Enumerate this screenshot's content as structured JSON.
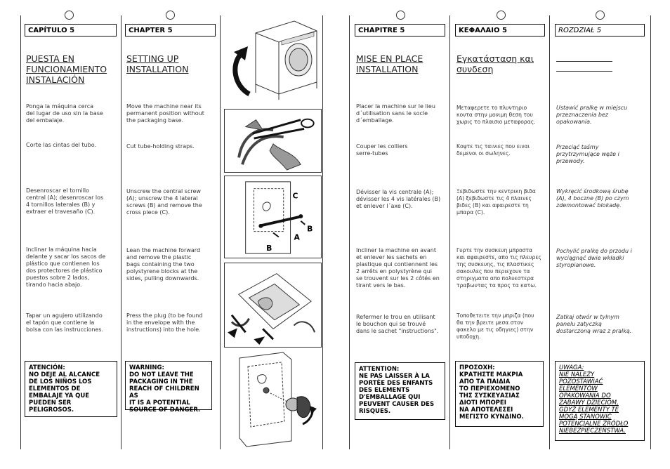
{
  "columns": [
    {
      "chapter": "CAPÍTULO 5",
      "title_lines": [
        "PUESTA EN",
        "FUNCIONAMIENTO",
        "INSTALACIÓN"
      ],
      "paragraphs": [
        [
          "Ponga la máquina cerca",
          "del lugar de uso sin la base",
          "del embalaje."
        ],
        [
          "Corte las cintas del tubo."
        ],
        [
          "Desenroscar el tornillo",
          "central (A); desenroscar los",
          "4 tornillos laterales (B) y",
          "extraer el travesaño (C)."
        ],
        [
          "Inclinar la máquina hacia",
          "delante y sacar los sacos de",
          "plástico que contienen los",
          "dos protectores de plástico",
          "puestos sobre 2 lados,",
          "tirando hacia abajo."
        ],
        [
          "Tapar un agujero utilizando",
          "el tapón que contiene la",
          "bolsa con las instrucciones."
        ]
      ],
      "warning": [
        "ATENCIÓN:",
        "NO DEJE AL ALCANCE",
        "DE LOS NIÑOS LOS",
        "ELEMENTOS DE",
        "EMBALAJE YA QUE",
        "PUEDEN SER",
        "PELIGROSOS."
      ]
    },
    {
      "chapter": "CHAPTER 5",
      "title_lines": [
        "SETTING UP",
        "INSTALLATION"
      ],
      "paragraphs": [
        [
          "Move the machine near its",
          "permanent position without",
          "the packaging base."
        ],
        [
          "Cut tube-holding straps."
        ],
        [
          "Unscrew the central screw",
          "(A); unscrew the 4 lateral",
          "screws (B) and remove the",
          "cross piece (C)."
        ],
        [
          "Lean the machine forward",
          "and remove the plastic",
          "bags containing the two",
          "polystyrene blocks at the",
          "sides, pulling downwards."
        ],
        [
          "Press the plug (to be found",
          "in the envelope with the",
          "instructions) into the hole."
        ]
      ],
      "warning": [
        "WARNING:",
        "DO NOT LEAVE THE",
        "PACKAGING IN THE",
        "REACH OF CHILDREN AS",
        "IT IS A POTENTIAL",
        "SOURCE OF DANGER."
      ]
    },
    {
      "chapter": "CHAPITRE 5",
      "title_lines": [
        "MISE EN PLACE",
        "INSTALLATION"
      ],
      "paragraphs": [
        [
          "Placer la machine sur le lieu",
          "d´utilisation sans le socle",
          "d´emballage."
        ],
        [
          "Couper les colliers",
          "serre-tubes"
        ],
        [
          "Dévisser la vis centrale (A);",
          "dévisser les 4 vis latérales (B)",
          "et enlever l´axe (C)."
        ],
        [
          "Incliner la machine en avant",
          "et enlever les sachets en",
          "plastique qui contiennent les",
          "2 arrêts en polystyrène qui",
          "se trouvent sur les 2 côtés en",
          "tirant vers le bas."
        ],
        [
          "Refermer le trou en utilisant",
          "le bouchon qui se trouvé",
          "dans le sachet \"instructions\"."
        ]
      ],
      "warning": [
        "ATTENTION:",
        "NE PAS LAISSER À LA",
        "PORTÉE DES ENFANTS",
        "DES ELEMENTS",
        "D'EMBALLAGE QUI",
        "PEUVENT CAUSER DES",
        "RISQUES."
      ]
    },
    {
      "chapter": "ΚΕΦΑΛΑΙΟ 5",
      "title_lines": [
        "Εγκατάσταση και",
        "συνδεση"
      ],
      "paragraphs": [
        [
          "Μεταφερετε το πλυντηριο",
          "κοντα στην μονιμη θεση του",
          "χωρις το πλαισιο μεταφορας."
        ],
        [
          "Κοψτε τις ταινιες που ειναι",
          "δεμενοι οι σωληνες."
        ],
        [
          "Ξεβιδωστε την κεντρικη βιδα",
          "(A) ξεβιδωστε τις 4 πλαινες",
          "βιδες (B) και αφαιρεστε τη",
          "μπαρα (C)."
        ],
        [
          "Γυρτε την συσκευη μπροστα",
          "και αφαιρεστε, απο τις πλευρες",
          "της συσκευης, τις πλαστικες",
          "σακουλες που περιεχουν τα",
          "στηριγματα απο πολυεστερα",
          "τραβωντας τα προς τα κατω."
        ],
        [
          "Τοποθετειτε την μπριζα (που",
          "θα την βρειτε μεσα στον",
          "φακελο με τις οδηγιες) στην",
          "υποδοχη."
        ]
      ],
      "warning": [
        "ΠΡΟΣΟΧΗ:",
        "ΚΡΑΤΗΣΤΕ ΜΑΚΡΙΑ",
        "ΑΠΟ ΤΑ ΠΑΙΔΙΑ",
        "ΤΟ ΠΕΡΙΕΧΟΜΕΝΟ",
        "ΤΗΣ ΣΥΣΚΕΥΑΣΙΑΣ",
        "ΔΙΟΤΙ ΜΠΟΡΕΙ",
        "ΝΑ ΑΠΟΤΕΛΕΣΕΙ",
        "ΜΕΓΙΣΤΟ ΚΥΝΔΙΝΟ."
      ]
    },
    {
      "chapter": "ROZDZIAŁ 5",
      "title_lines": [
        "",
        ""
      ],
      "paragraphs": [
        [
          "Ustawić pralkę w miejscu",
          "przeznaczenia bez",
          "opakowania."
        ],
        [
          "Przeciąć taśmy",
          "przytrzymujące węże i",
          "przewody."
        ],
        [
          "Wykręcić środkową śrubę",
          "(A), 4 boczne (B) po czym",
          "zdemontować blokadę."
        ],
        [
          "Pochylić pralkę do przodu i",
          "wyciągnąć dwie wkładki",
          "styropianowe."
        ],
        [
          "Zatkaj otwór w tylnym",
          "panelu zatyczką",
          "dostarczoną wraz z pralką."
        ]
      ],
      "warning": [
        "UWAGA:",
        "NIE NALEŻY",
        "POZOSTAWIAĆ",
        "ELEMENTÓW",
        "OPAKOWANIA DO",
        "ZABAWY DZIECIOM,",
        "GDYŻ ELEMENTY TE",
        "MOGĄ STANOWIĆ",
        "POTENCJALNE ŹRÓDŁO",
        "NIEBEZPIECZEŃSTWA."
      ]
    }
  ],
  "figure_labels": {
    "fig3": [
      "C",
      "B",
      "B",
      "A"
    ]
  }
}
